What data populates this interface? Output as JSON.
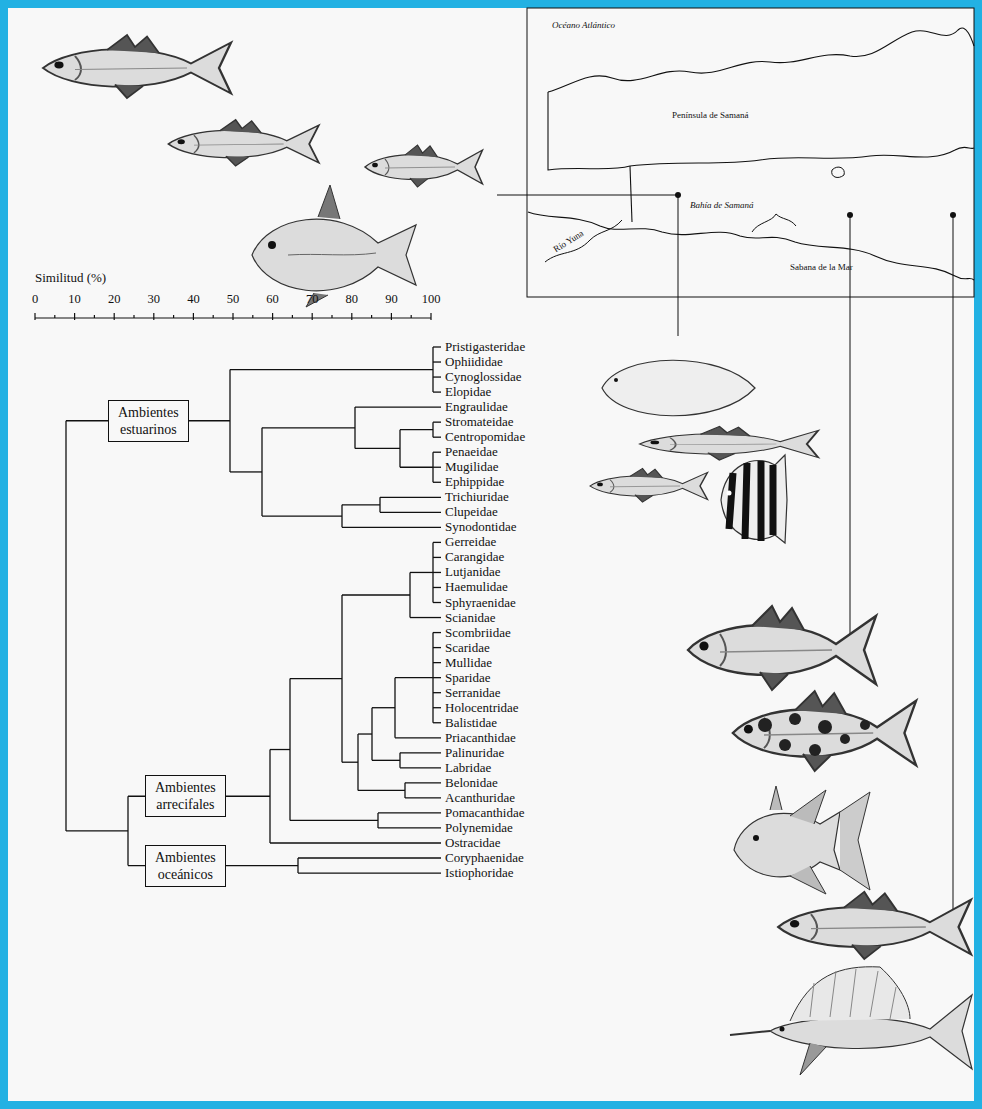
{
  "diagram": {
    "nodes": [
      {
        "text": [
          "Ambientes estuarinos"
        ]
      },
      {
        "text": [
          "Ambientes arrecifales"
        ]
      },
      {
        "text": [
          "Ambientes oceánicos"
        ]
      }
    ],
    "labels": [
      "Similitud (%)",
      "0",
      "10",
      "20",
      "30",
      "40",
      "50",
      "60",
      "70",
      "80",
      "90",
      "100",
      "Pristigasteridae",
      "Ophiididae",
      "Cynoglossidae",
      "Elopidae",
      "Engraulidae",
      "Stromateidae",
      "Centropomidae",
      "Penaeidae",
      "Mugilidae",
      "Ephippidae",
      "Trichiuridae",
      "Clupeidae",
      "Synodontidae",
      "Gerreidae",
      "Carangidae",
      "Lutjanidae",
      "Haemulidae",
      "Sphyraenidae",
      "Scianidae",
      "Scombriidae",
      "Scaridae",
      "Mullidae",
      "Sparidae",
      "Serranidae",
      "Holocentridae",
      "Balistidae",
      "Priacanthidae",
      "Palinuridae",
      "Labridae",
      "Belonidae",
      "Acanthuridae",
      "Pomacanthidae",
      "Polynemidae",
      "Ostracidae",
      "Coryphaenidae",
      "Istiophoridae",
      "Océano Atlántico",
      "Península de Samaná",
      "Bahía de Samaná",
      "Río Yuna",
      "Sabana de la Mar"
    ]
  }
}
